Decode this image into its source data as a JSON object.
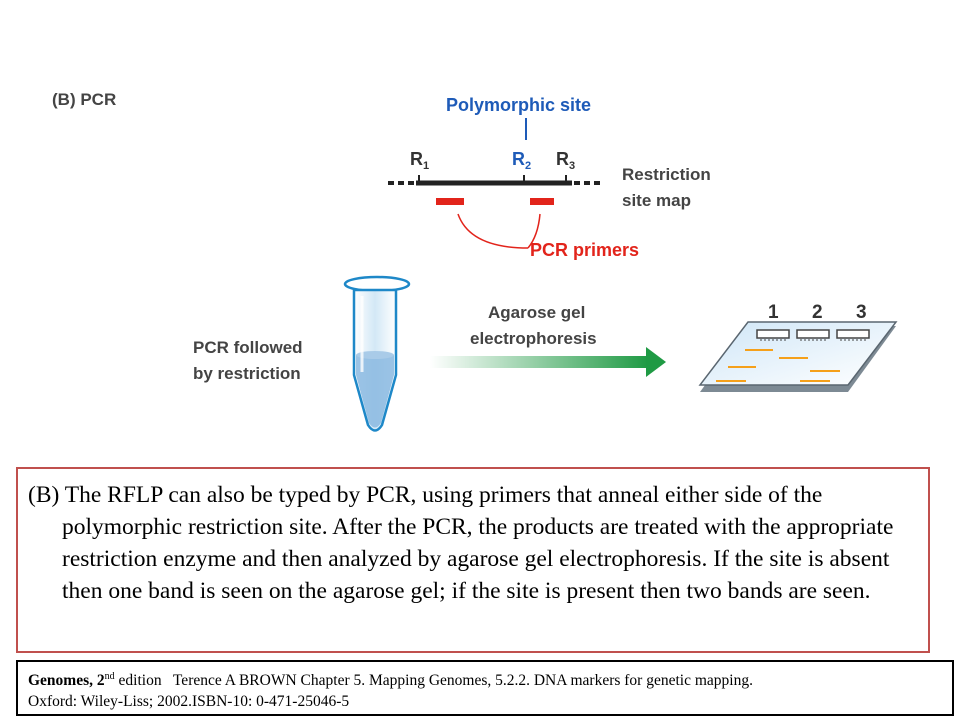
{
  "panel_label": "(B) PCR",
  "polymorphic_site_label": "Polymorphic site",
  "sites": {
    "r1": "R",
    "r1_sub": "1",
    "r2": "R",
    "r2_sub": "2",
    "r3": "R",
    "r3_sub": "3"
  },
  "restriction_map_label": {
    "line1": "Restriction",
    "line2": "site map"
  },
  "pcr_primers_label": "PCR primers",
  "pcr_restriction_label": {
    "line1": "PCR followed",
    "line2": "by restriction"
  },
  "electrophoresis_label": {
    "line1": "Agarose gel",
    "line2": "electrophoresis"
  },
  "lanes": [
    "1",
    "2",
    "3"
  ],
  "colors": {
    "blue": "#1e5bb8",
    "red": "#e2241b",
    "orange": "#f5a01a",
    "green": "#2ca84a",
    "caption_border": "#c0504d"
  },
  "caption": {
    "text": "(B) The RFLP can also be typed by PCR, using primers that anneal either side of the polymorphic restriction site. After the PCR, the products are treated with the appropriate restriction enzyme and then analyzed by agarose gel electrophoresis. If the site is absent then one band is seen on the agarose gel; if the site is present then two bands are seen."
  },
  "citation": {
    "book": "Genomes, 2",
    "edition_sup": "nd",
    "edition_rest": " edition",
    "details": "   Terence A BROWN Chapter 5. Mapping Genomes, 5.2.2. DNA markers for genetic mapping.",
    "line2": "Oxford: Wiley-Liss; 2002.ISBN-10: 0-471-25046-5"
  }
}
